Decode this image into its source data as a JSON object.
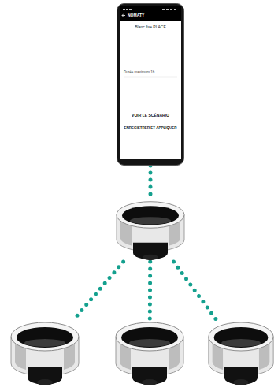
{
  "diagram": {
    "nodes": [
      {
        "text": [
          "NOMATY",
          "Blanc fixe PLACE",
          "Durée maximum 1h",
          "VOIR LE SCÉNARIO",
          "ENREGISTRER ET APPLIQUER"
        ]
      },
      {
        "text": []
      },
      {
        "text": []
      },
      {
        "text": []
      },
      {
        "text": []
      }
    ],
    "edges": [
      {
        "from": 0,
        "to": 1,
        "arrow": "none"
      },
      {
        "from": 1,
        "to": 2,
        "arrow": "none"
      },
      {
        "from": 1,
        "to": 3,
        "arrow": "none"
      },
      {
        "from": 1,
        "to": 4,
        "arrow": "none"
      }
    ]
  }
}
